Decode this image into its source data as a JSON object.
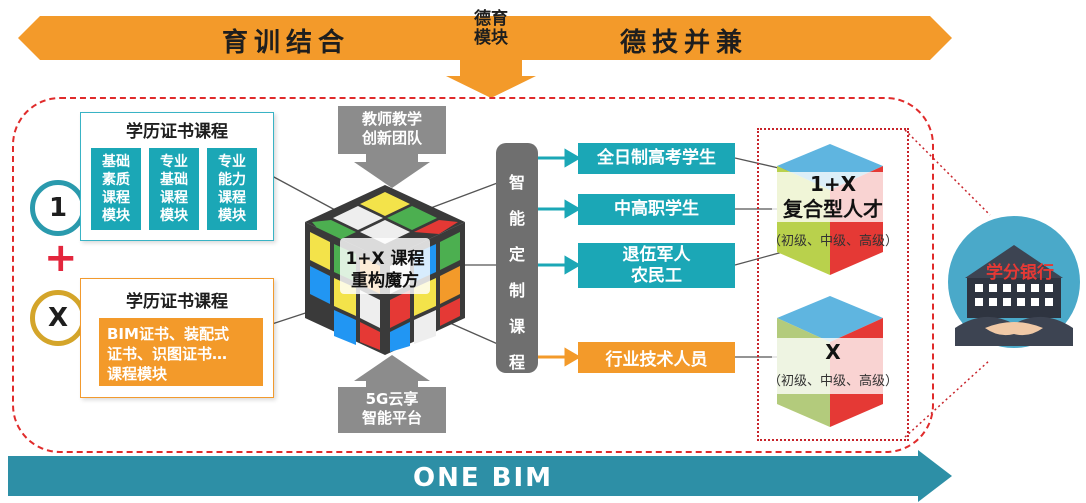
{
  "top_banner": {
    "left_text": "育训结合",
    "center_text_line1": "德育",
    "center_text_line2": "模块",
    "right_text": "德技并兼",
    "color": "#f39a2a"
  },
  "left": {
    "one_label": "1",
    "plus_label": "+",
    "x_label": "X",
    "card1_title": "学历证书课程",
    "modules": [
      {
        "line1": "基础",
        "line2": "素质",
        "line3": "课程",
        "line4": "模块"
      },
      {
        "line1": "专业",
        "line2": "基础",
        "line3": "课程",
        "line4": "模块"
      },
      {
        "line1": "专业",
        "line2": "能力",
        "line3": "课程",
        "line4": "模块"
      }
    ],
    "card2_title": "学历证书课程",
    "card2_body_line1": "BIM证书、装配式",
    "card2_body_line2": "证书、识图证书…",
    "card2_body_line3": "课程模块"
  },
  "center": {
    "top_box_line1": "教师教学",
    "top_box_line2": "创新团队",
    "cube_line1": "1+X 课程",
    "cube_line2": "重构魔方",
    "bottom_box_line1": "5G云享",
    "bottom_box_line2": "智能平台"
  },
  "vertical_box": {
    "chars": [
      "智",
      "能",
      "定",
      "制",
      "课",
      "程"
    ]
  },
  "targets": [
    {
      "line1": "全日制高考学生",
      "line2": ""
    },
    {
      "line1": "中高职学生",
      "line2": ""
    },
    {
      "line1": "退伍军人",
      "line2": "农民工"
    },
    {
      "line1": "行业技术人员",
      "line2": ""
    }
  ],
  "results": {
    "r1_line1": "1+X",
    "r1_line2": "复合型人才",
    "r1_sub": "（初级、中级、高级）",
    "r2_line1": "X",
    "r2_sub": "（初级、中级、高级）"
  },
  "bank": {
    "label": "学分银行"
  },
  "bottom_banner": {
    "text": "ONE BIM",
    "color": "#2d8fa6"
  }
}
